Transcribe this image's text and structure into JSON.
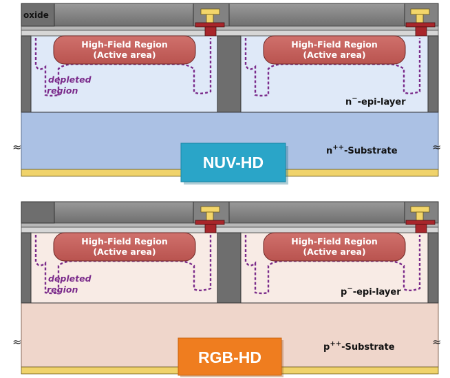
{
  "panels": [
    {
      "id": "nuv",
      "oxide_label": "oxide",
      "active_region_line1": "High-Field Region",
      "active_region_line2": "(Active area)",
      "depleted_line1": "depleted",
      "depleted_line2": "region",
      "epi_base": "n",
      "epi_sup": "−",
      "epi_rest": "-epi-layer",
      "sub_base": "n",
      "sub_sup": "++",
      "sub_rest": "-Substrate",
      "badge": "NUV-HD",
      "colors": {
        "epi": "#dfe9f8",
        "substrate": "#abc1e4",
        "badge": "#2aa5c8"
      }
    },
    {
      "id": "rgb",
      "oxide_label": "",
      "active_region_line1": "High-Field Region",
      "active_region_line2": "(Active area)",
      "depleted_line1": "depleted",
      "depleted_line2": "region",
      "epi_base": "p",
      "epi_sup": "−",
      "epi_rest": "-epi-layer",
      "sub_base": "p",
      "sub_sup": "++",
      "sub_rest": "-Substrate",
      "badge": "RGB-HD",
      "colors": {
        "epi": "#f8ebe5",
        "substrate": "#efd6cb",
        "badge": "#ef7d1f"
      }
    }
  ],
  "break_symbol": "≈",
  "colors": {
    "oxide": "#7f7f7f",
    "trench": "#6e6e6e",
    "active": "#c96562",
    "depleted_outline": "#7a2a8a",
    "contact_gold": "#f3d66a",
    "contact_red": "#a8262b",
    "backside": "#f0d36b"
  }
}
